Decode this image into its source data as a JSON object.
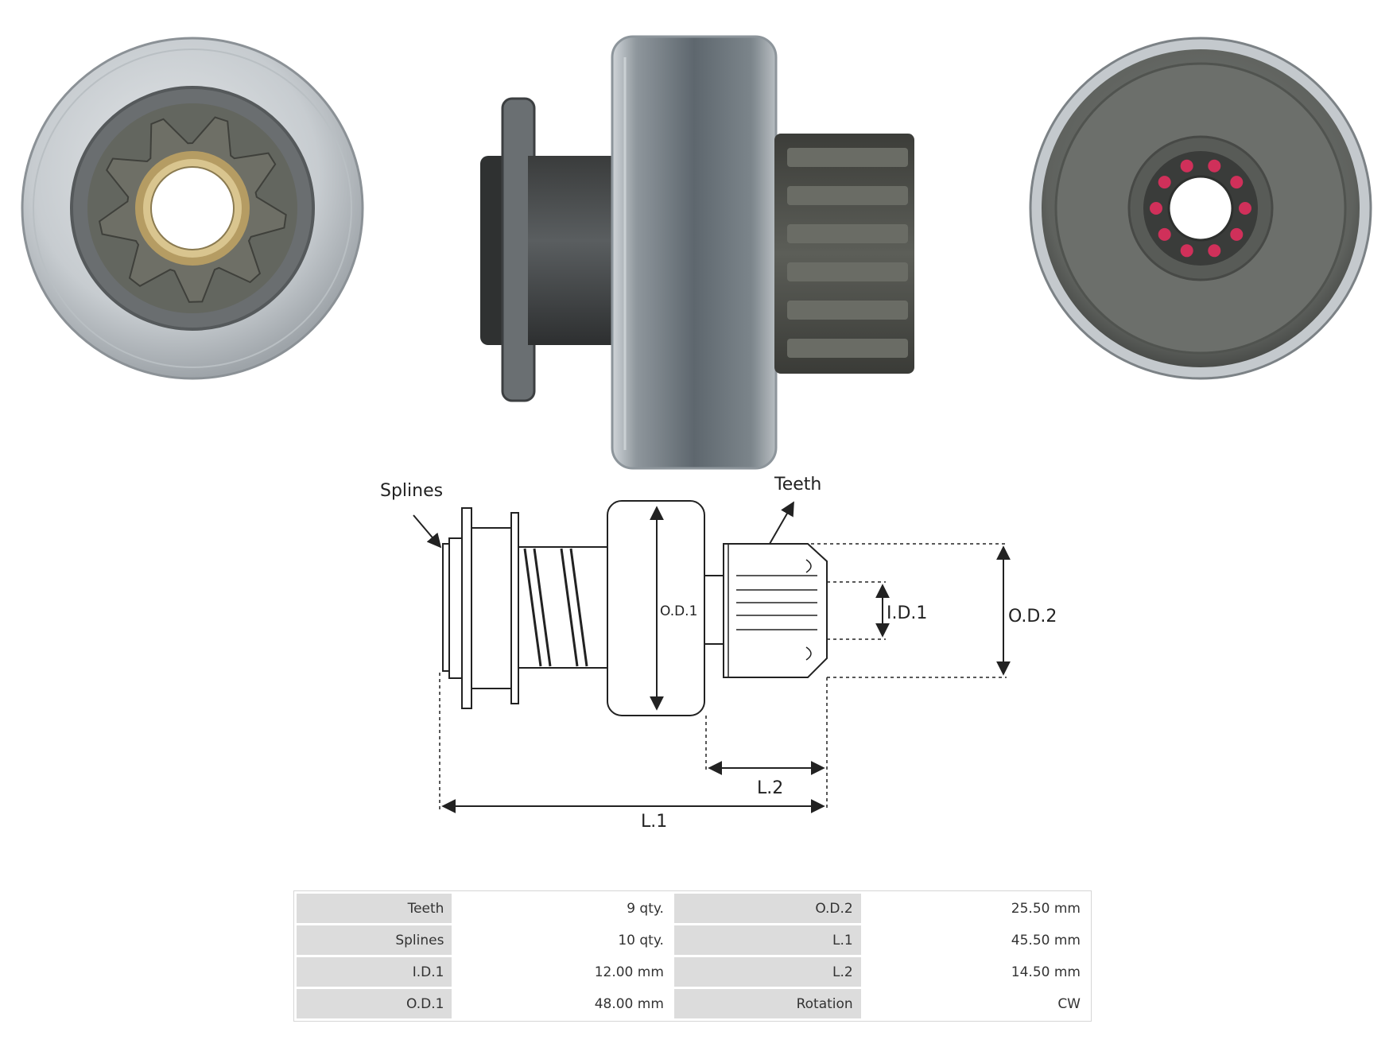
{
  "diagram": {
    "labels": {
      "splines": "Splines",
      "teeth": "Teeth",
      "od1": "O.D.1",
      "id1": "I.D.1",
      "od2": "O.D.2",
      "l1": "L.1",
      "l2": "L.2"
    }
  },
  "specs": {
    "rows": [
      {
        "label_a": "Teeth",
        "value_a": "9 qty.",
        "label_b": "O.D.2",
        "value_b": "25.50 mm"
      },
      {
        "label_a": "Splines",
        "value_a": "10 qty.",
        "label_b": "L.1",
        "value_b": "45.50 mm"
      },
      {
        "label_a": "I.D.1",
        "value_a": "12.00 mm",
        "label_b": "L.2",
        "value_b": "14.50 mm"
      },
      {
        "label_a": "O.D.1",
        "value_a": "48.00 mm",
        "label_b": "Rotation",
        "value_b": "CW"
      }
    ]
  },
  "colors": {
    "steel_light": "#cfd3d6",
    "steel_dark": "#4a4e52",
    "pinion": "#5a5c56",
    "bushing": "#c9b27a",
    "seal_red": "#d0305a",
    "line": "#222222",
    "table_label_bg": "#dcdcdc"
  }
}
